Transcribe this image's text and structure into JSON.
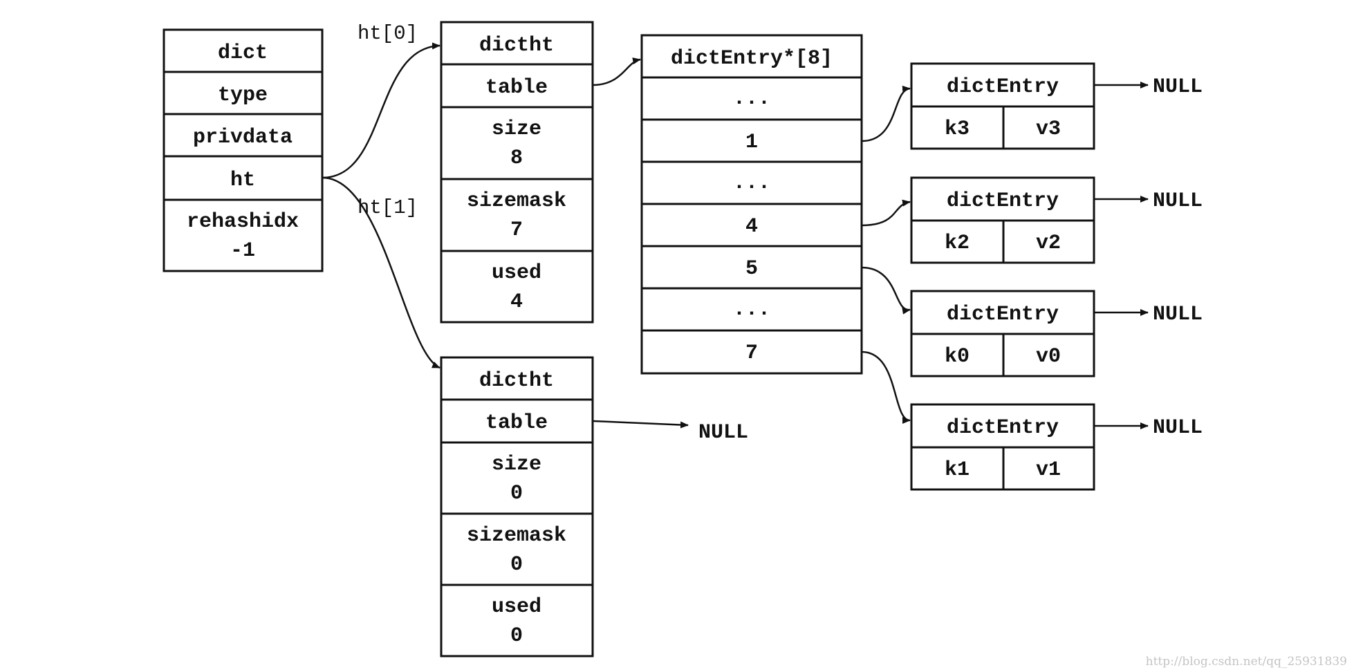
{
  "dict": {
    "title": "dict",
    "fields": [
      "type",
      "privdata",
      "ht"
    ],
    "rehashidx_label": "rehashidx",
    "rehashidx_value": "-1"
  },
  "ht_labels": [
    "ht[0]",
    "ht[1]"
  ],
  "ht0": {
    "title": "dictht",
    "table": "table",
    "size_label": "size",
    "size_value": "8",
    "sizemask_label": "sizemask",
    "sizemask_value": "7",
    "used_label": "used",
    "used_value": "4"
  },
  "ht1": {
    "title": "dictht",
    "table": "table",
    "size_label": "size",
    "size_value": "0",
    "sizemask_label": "sizemask",
    "sizemask_value": "0",
    "used_label": "used",
    "used_value": "0"
  },
  "ht1_table_target": "NULL",
  "bucket_array": {
    "title": "dictEntry*[8]",
    "slots": [
      "...",
      "1",
      "...",
      "4",
      "5",
      "...",
      "7"
    ]
  },
  "entries": [
    {
      "title": "dictEntry",
      "key": "k3",
      "value": "v3",
      "next": "NULL"
    },
    {
      "title": "dictEntry",
      "key": "k2",
      "value": "v2",
      "next": "NULL"
    },
    {
      "title": "dictEntry",
      "key": "k0",
      "value": "v0",
      "next": "NULL"
    },
    {
      "title": "dictEntry",
      "key": "k1",
      "value": "v1",
      "next": "NULL"
    }
  ],
  "watermark": "http://blog.csdn.net/qq_25931839"
}
